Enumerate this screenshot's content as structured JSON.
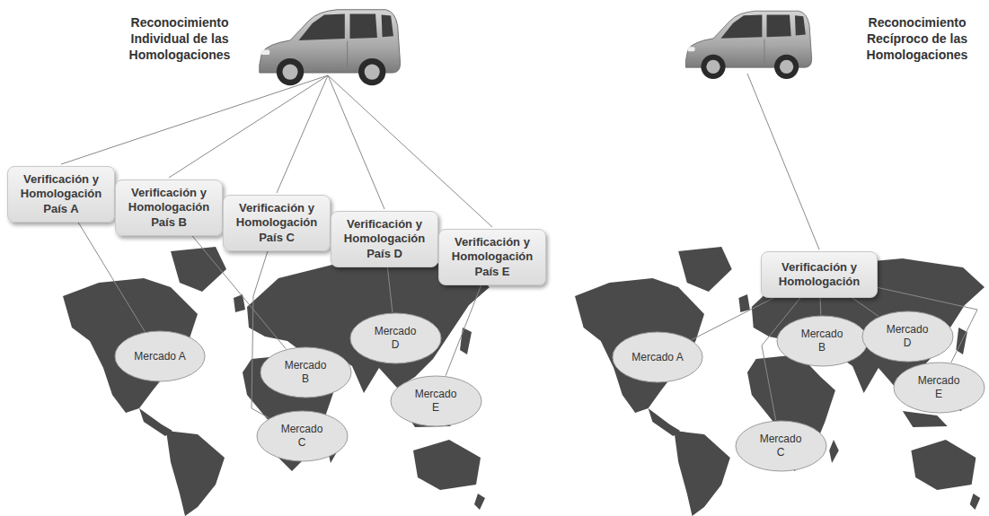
{
  "diagram": {
    "nodes": [
      {
        "text": [
          "Verificación y Homologación País A"
        ]
      },
      {
        "text": [
          "Verificación y Homologación País B"
        ]
      },
      {
        "text": [
          "Verificación y Homologación País C"
        ]
      },
      {
        "text": [
          "Verificación y Homologación País D"
        ]
      },
      {
        "text": [
          "Verificación y Homologación País E"
        ]
      },
      {
        "text": [
          "Mercado A"
        ]
      },
      {
        "text": [
          "Mercado B"
        ]
      },
      {
        "text": [
          "Mercado C"
        ]
      },
      {
        "text": [
          "Mercado D"
        ]
      },
      {
        "text": [
          "Mercado E"
        ]
      },
      {
        "text": [
          "Verificación y Homologación"
        ]
      },
      {
        "text": [
          "Mercado A"
        ]
      },
      {
        "text": [
          "Mercado B"
        ]
      },
      {
        "text": [
          "Mercado C"
        ]
      },
      {
        "text": [
          "Mercado D"
        ]
      },
      {
        "text": [
          "Mercado E"
        ]
      }
    ],
    "edges": [
      {
        "from": 0,
        "to": 5,
        "arrow": "none"
      },
      {
        "from": 1,
        "to": 6,
        "arrow": "none"
      },
      {
        "from": 2,
        "to": 7,
        "arrow": "none"
      },
      {
        "from": 3,
        "to": 8,
        "arrow": "none"
      },
      {
        "from": 4,
        "to": 9,
        "arrow": "none"
      },
      {
        "from": 10,
        "to": 11,
        "arrow": "none"
      },
      {
        "from": 10,
        "to": 12,
        "arrow": "none"
      },
      {
        "from": 10,
        "to": 13,
        "arrow": "none"
      },
      {
        "from": 10,
        "to": 14,
        "arrow": "none"
      },
      {
        "from": 10,
        "to": 15,
        "arrow": "none"
      }
    ],
    "labels": [
      "Reconocimiento Individual de las Homologaciones",
      "Reconocimiento Recíproco de las Homologaciones"
    ]
  }
}
